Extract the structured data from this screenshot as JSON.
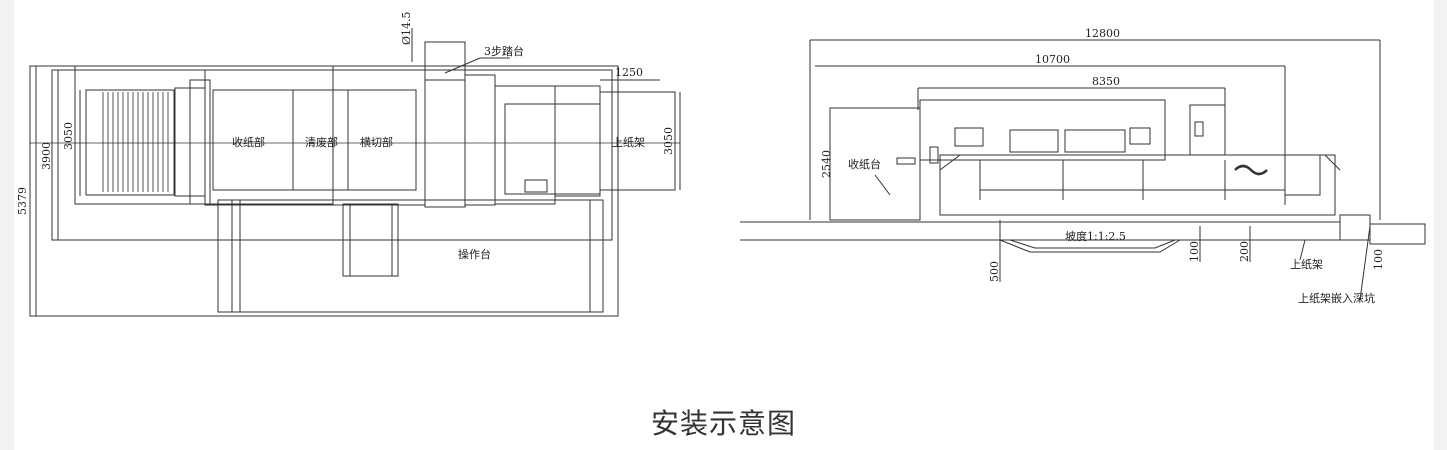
{
  "caption": "安装示意图",
  "left_view": {
    "labels": {
      "receiving": "收纸部",
      "die_cutting": "清废部",
      "cross_cut": "横切部",
      "feeding": "上纸架",
      "operation": "操作台",
      "step": "3步踏台"
    },
    "dims": {
      "d5379": "5379",
      "d3900": "3900",
      "d3050": "3050",
      "d1250": "1250",
      "d3050b": "3050",
      "d145": "Ø14.5"
    }
  },
  "right_view": {
    "labels": {
      "receiving": "收纸台",
      "feeding": "上纸架",
      "trench": "上纸架嵌入深坑",
      "slope": "坡度1:1:2.5"
    },
    "dims": {
      "d12800": "12800",
      "d10700": "10700",
      "d8350": "8350",
      "d2540": "2540",
      "d500": "500",
      "d100a": "100",
      "d200": "200",
      "d100b": "100"
    }
  }
}
